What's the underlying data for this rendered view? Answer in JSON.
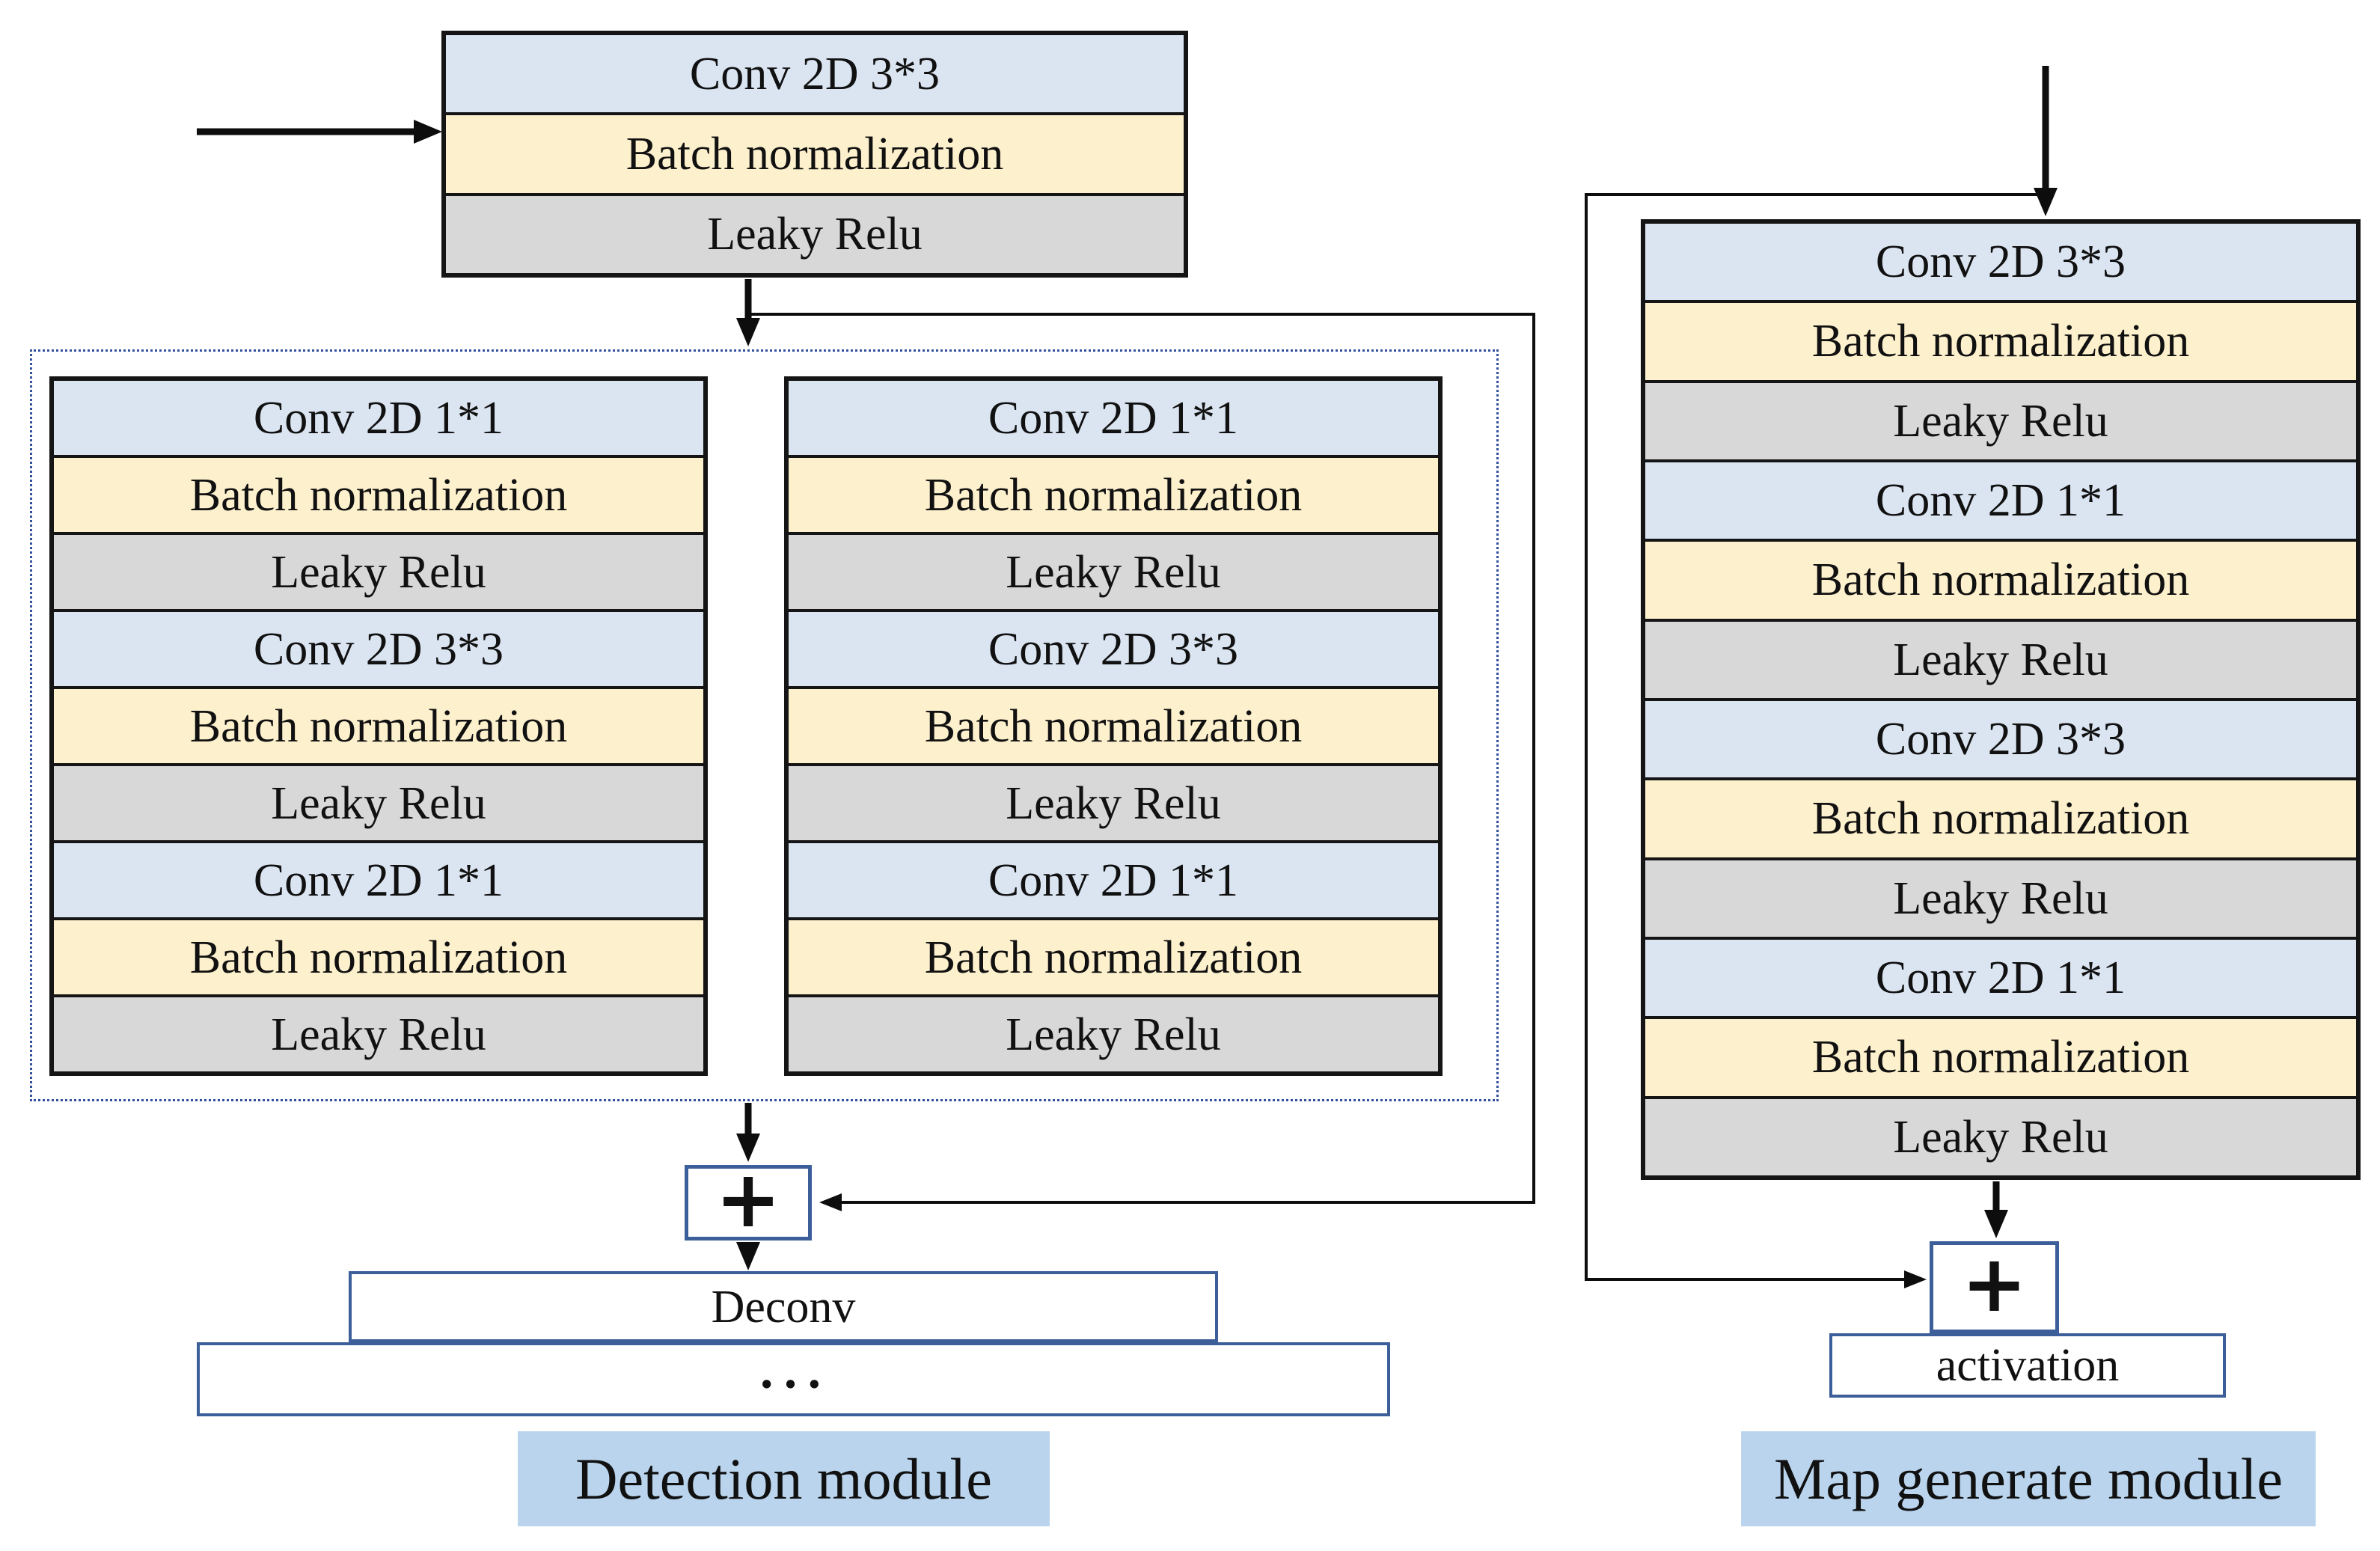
{
  "figure": {
    "type": "neural-network-architecture-diagram"
  },
  "colors": {
    "conv_fill": "#dbe5f2",
    "batchnorm_fill": "#fdf0cd",
    "relu_fill": "#d8d8d8",
    "row_border": "#151515",
    "box_border": "#3c5f9a",
    "dotted_border": "#33509e",
    "label_bg": "#b9d4ec",
    "arrow": "#0d0d0d"
  },
  "detection": {
    "label": "Detection module",
    "top_block": {
      "rows": [
        {
          "type": "conv",
          "label": "Conv 2D 3*3"
        },
        {
          "type": "bn",
          "label": "Batch normalization"
        },
        {
          "type": "relu",
          "label": "Leaky Relu"
        }
      ]
    },
    "branch_columns": [
      {
        "rows": [
          {
            "type": "conv",
            "label": "Conv 2D 1*1"
          },
          {
            "type": "bn",
            "label": "Batch normalization"
          },
          {
            "type": "relu",
            "label": "Leaky Relu"
          },
          {
            "type": "conv",
            "label": "Conv 2D 3*3"
          },
          {
            "type": "bn",
            "label": "Batch normalization"
          },
          {
            "type": "relu",
            "label": "Leaky Relu"
          },
          {
            "type": "conv",
            "label": "Conv 2D 1*1"
          },
          {
            "type": "bn",
            "label": "Batch normalization"
          },
          {
            "type": "relu",
            "label": "Leaky Relu"
          }
        ]
      },
      {
        "rows": [
          {
            "type": "conv",
            "label": "Conv 2D 1*1"
          },
          {
            "type": "bn",
            "label": "Batch normalization"
          },
          {
            "type": "relu",
            "label": "Leaky Relu"
          },
          {
            "type": "conv",
            "label": "Conv 2D 3*3"
          },
          {
            "type": "bn",
            "label": "Batch normalization"
          },
          {
            "type": "relu",
            "label": "Leaky Relu"
          },
          {
            "type": "conv",
            "label": "Conv 2D 1*1"
          },
          {
            "type": "bn",
            "label": "Batch normalization"
          },
          {
            "type": "relu",
            "label": "Leaky Relu"
          }
        ]
      }
    ],
    "sum_label": "+",
    "deconv_label": "Deconv",
    "ellipsis_label": "…"
  },
  "map_generate": {
    "label": "Map generate module",
    "block": {
      "rows": [
        {
          "type": "conv",
          "label": "Conv 2D 3*3"
        },
        {
          "type": "bn",
          "label": "Batch normalization"
        },
        {
          "type": "relu",
          "label": "Leaky Relu"
        },
        {
          "type": "conv",
          "label": "Conv 2D 1*1"
        },
        {
          "type": "bn",
          "label": "Batch normalization"
        },
        {
          "type": "relu",
          "label": "Leaky Relu"
        },
        {
          "type": "conv",
          "label": "Conv 2D 3*3"
        },
        {
          "type": "bn",
          "label": "Batch normalization"
        },
        {
          "type": "relu",
          "label": "Leaky Relu"
        },
        {
          "type": "conv",
          "label": "Conv 2D 1*1"
        },
        {
          "type": "bn",
          "label": "Batch normalization"
        },
        {
          "type": "relu",
          "label": "Leaky Relu"
        }
      ]
    },
    "sum_label": "+",
    "activation_label": "activation"
  }
}
